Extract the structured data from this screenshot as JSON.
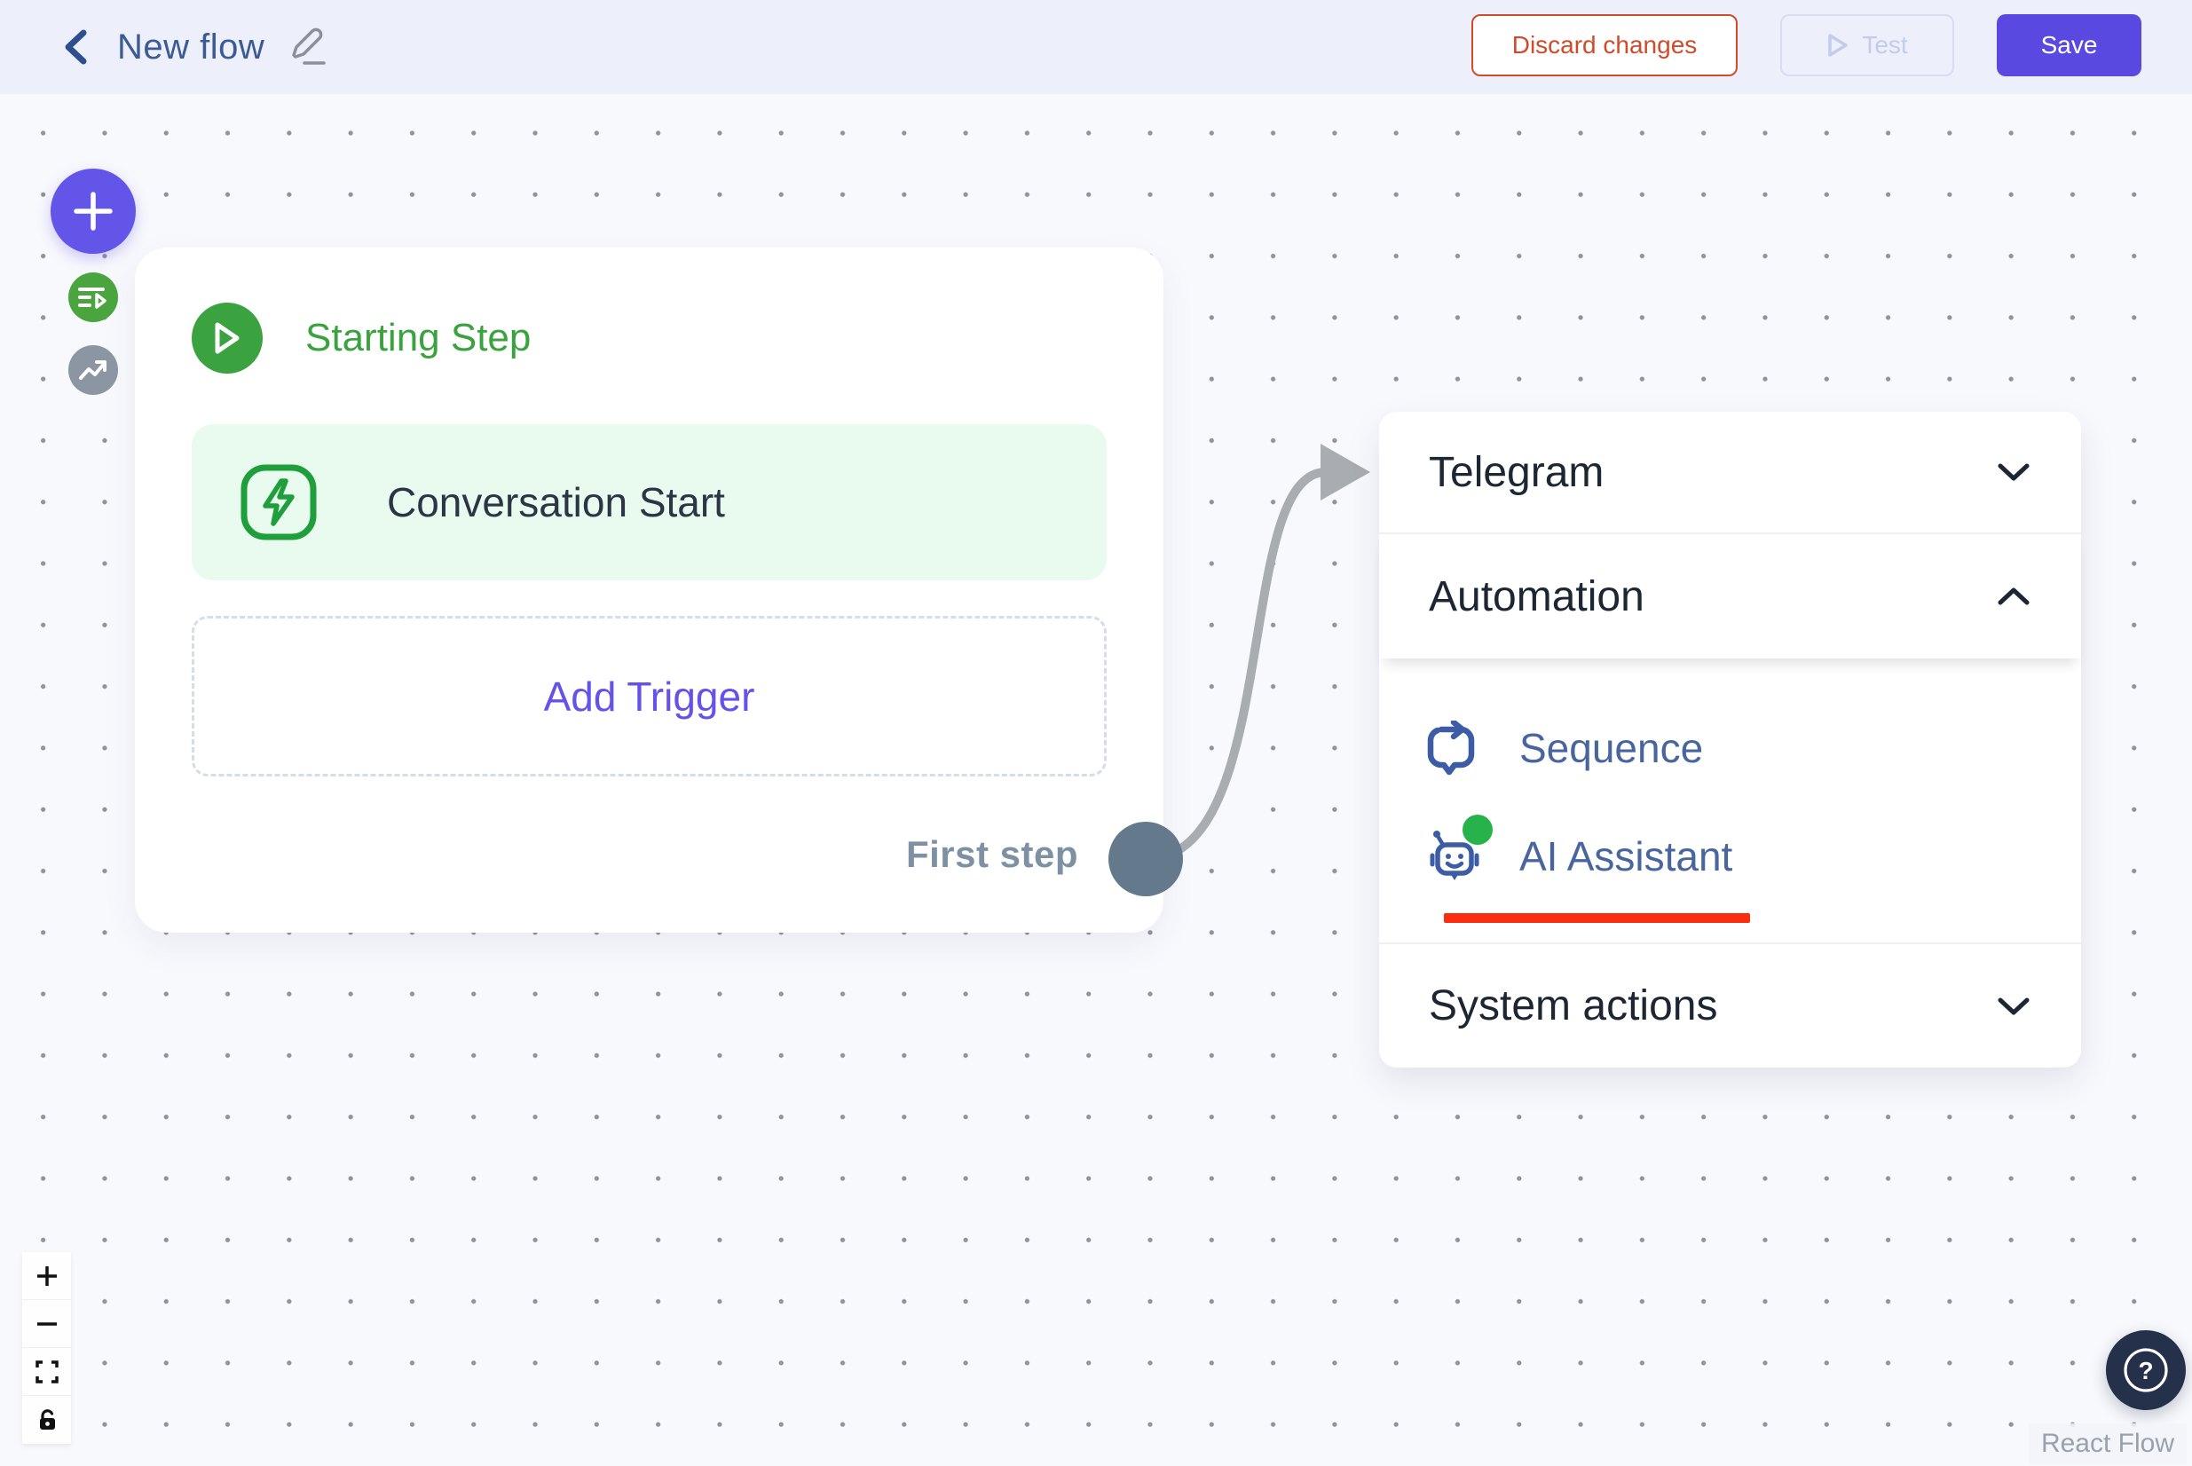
{
  "header": {
    "title": "New flow",
    "buttons": {
      "discard": "Discard changes",
      "test": "Test",
      "save": "Save"
    }
  },
  "flow": {
    "node": {
      "title": "Starting Step",
      "trigger_label": "Conversation Start",
      "add_trigger_label": "Add Trigger",
      "handle_label": "First step"
    },
    "toolbar_icons": [
      "plus-icon",
      "playlist-play-icon",
      "trending-up-icon"
    ]
  },
  "menu": {
    "sections": [
      {
        "label": "Telegram",
        "state": "collapsed"
      },
      {
        "label": "Automation",
        "state": "expanded",
        "items": [
          {
            "label": "Sequence",
            "icon": "sequence-icon"
          },
          {
            "label": "AI Assistant",
            "icon": "ai-assistant-icon",
            "status_dot": true,
            "underlined": true
          }
        ]
      },
      {
        "label": "System actions",
        "state": "collapsed"
      }
    ]
  },
  "controls": {
    "zoom_in": "plus",
    "zoom_out": "minus",
    "fit_view": "fit-view",
    "lock": "unlock"
  },
  "help": {
    "icon": "question-mark"
  },
  "attribution": {
    "label": "React Flow"
  },
  "colors": {
    "header_bg": "#edf0fb",
    "canvas_bg": "#f8f9fd",
    "accent_purple": "#5a49e0",
    "accent_green": "#3aa23f",
    "danger_red": "#cf4b2b",
    "underline_red": "#fa2d0f",
    "menu_text": "#1d2633",
    "menu_item_blue": "#49659e",
    "edge_gray": "#a9acb1",
    "handle_gray": "#64798b",
    "status_green": "#27b24b"
  }
}
